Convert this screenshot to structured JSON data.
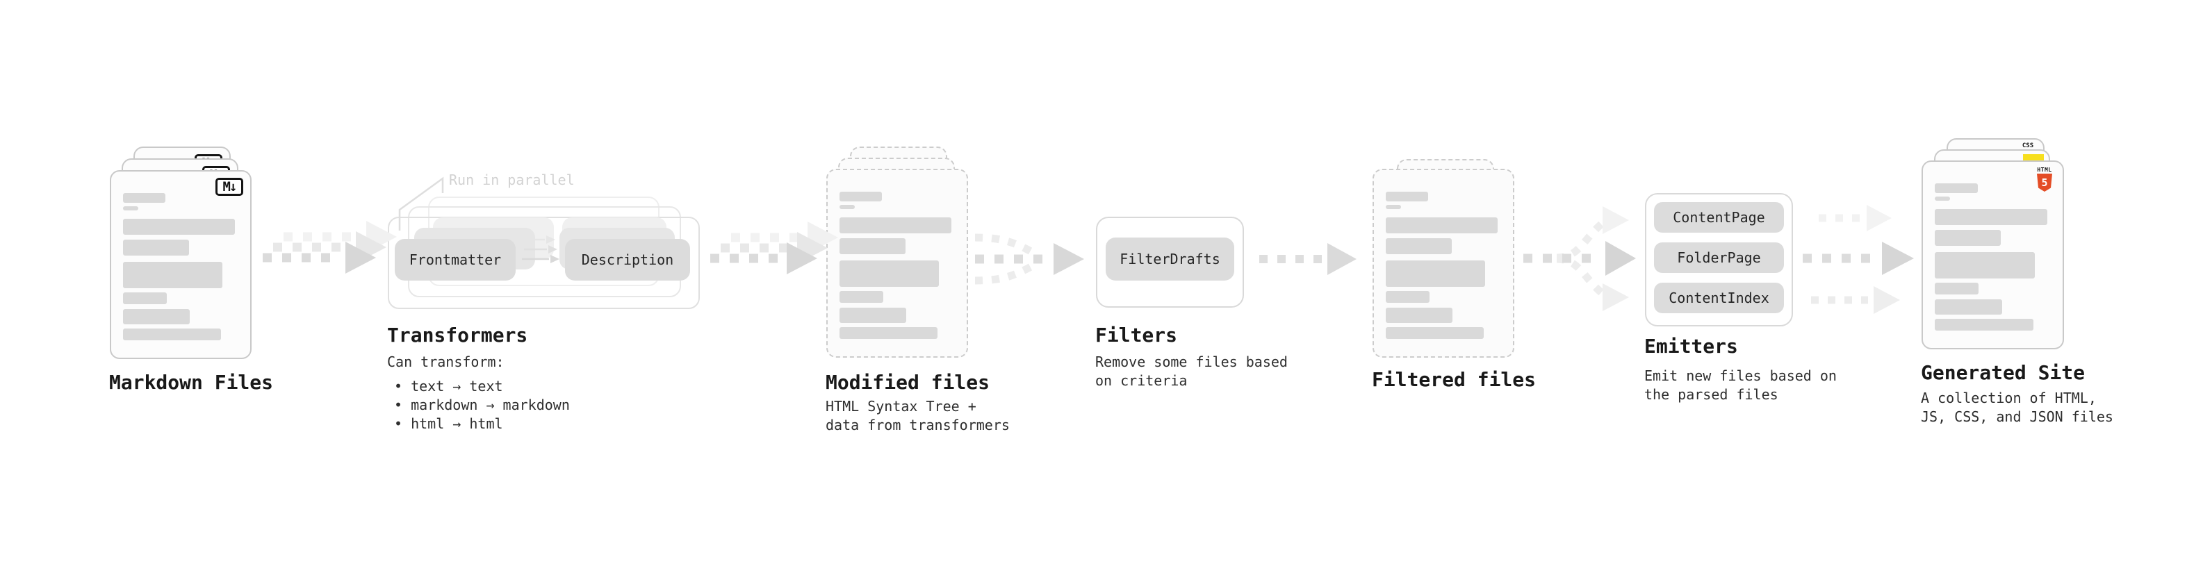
{
  "stages": {
    "markdown": {
      "label": "Markdown Files",
      "badge": "M↓"
    },
    "transformers": {
      "label": "Transformers",
      "annotation": "Run in parallel",
      "node_a": "Frontmatter",
      "node_b": "Description",
      "desc_title": "Can transform:",
      "bullets": [
        "• text → text",
        "• markdown → markdown",
        "• html → html"
      ]
    },
    "modified": {
      "label": "Modified files",
      "desc_line1": "HTML Syntax Tree +",
      "desc_line2": "data from transformers"
    },
    "filters": {
      "label": "Filters",
      "node": "FilterDrafts",
      "desc_line1": "Remove some files based",
      "desc_line2": "on criteria"
    },
    "filtered": {
      "label": "Filtered files"
    },
    "emitters": {
      "label": "Emitters",
      "nodes": [
        "ContentPage",
        "FolderPage",
        "ContentIndex"
      ],
      "desc_line1": "Emit new files based on",
      "desc_line2": "the parsed files"
    },
    "generated": {
      "label": "Generated Site",
      "badge_css": "CSS",
      "badge_html_word": "HTML",
      "badge_html_num": "5",
      "desc_line1": "A collection of HTML,",
      "desc_line2": "JS, CSS, and JSON files"
    }
  },
  "colors": {
    "accent_html5": "#e44d26",
    "accent_js": "#f7df1e",
    "accent_css": "#2965f1",
    "skeleton_bar": "#d9d9d9",
    "node_fill": "#dcdcdc"
  }
}
